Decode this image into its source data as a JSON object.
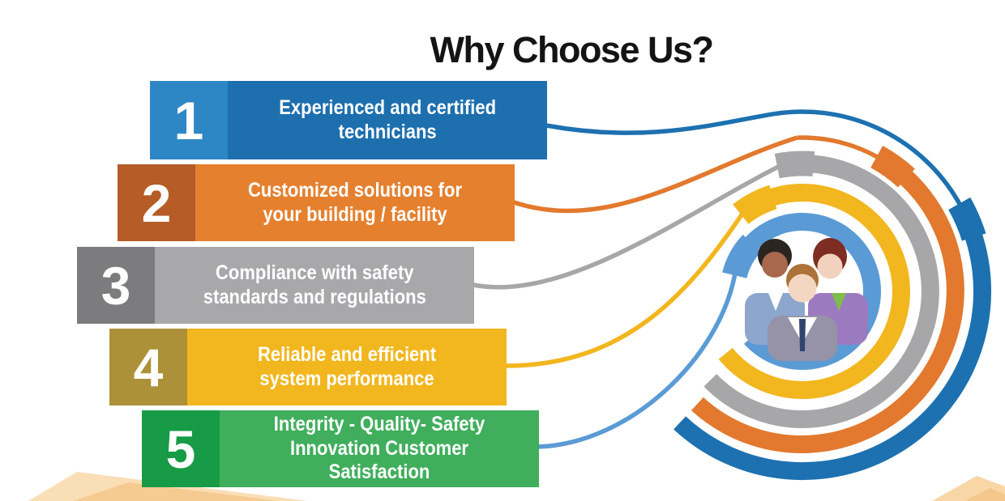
{
  "title": "Why Choose Us?",
  "items": [
    {
      "number": "1",
      "lines": [
        "Experienced and certified",
        "technicians"
      ],
      "number_bg": "#2e87c5",
      "label_bg": "#1d6fae",
      "line_color": "#1d71b0"
    },
    {
      "number": "2",
      "lines": [
        "Customized solutions for",
        "your building / facility"
      ],
      "number_bg": "#b55c27",
      "label_bg": "#e5802f",
      "line_color": "#e2792e"
    },
    {
      "number": "3",
      "lines": [
        "Compliance with safety",
        "standards and regulations"
      ],
      "number_bg": "#7c7c7e",
      "label_bg": "#a8a8aa",
      "line_color": "#a7a7a9"
    },
    {
      "number": "4",
      "lines": [
        "Reliable and efficient",
        "system performance"
      ],
      "number_bg": "#ac9138",
      "label_bg": "#f2b61e",
      "line_color": "#f2b61e"
    },
    {
      "number": "5",
      "lines": [
        "Integrity - Quality- Safety",
        "Innovation Customer Satisfaction"
      ],
      "number_bg": "#179b46",
      "label_bg": "#40ae5c",
      "line_color": "#5b9bd5"
    }
  ],
  "spiral": {
    "center_icon": "people-group-icon",
    "rings": [
      {
        "connects_to": "1",
        "color": "#1d71b0"
      },
      {
        "connects_to": "2",
        "color": "#e2792e"
      },
      {
        "connects_to": "3",
        "color": "#a7a7a9"
      },
      {
        "connects_to": "4",
        "color": "#f2b61e"
      },
      {
        "connects_to": "5",
        "color": "#5b9bd5"
      }
    ]
  },
  "people_icon_colors": {
    "left_hair": "#2b2520",
    "left_skin": "#a8684e",
    "left_jacket": "#8ca6cd",
    "right_hair": "#7e2d22",
    "right_skin": "#f2d2bf",
    "right_jacket": "#9c7abf",
    "right_shirt": "#7ebd48",
    "front_hair": "#ad7239",
    "front_skin": "#f4d7c3",
    "front_suit": "#9693a8",
    "front_tie": "#31456e"
  },
  "decorations": {
    "corner_light": "#fadeb6",
    "corner_dark": "#f6cb92",
    "corner_right_light": "#f8d6a6",
    "corner_right_dark": "#f4c88c"
  }
}
